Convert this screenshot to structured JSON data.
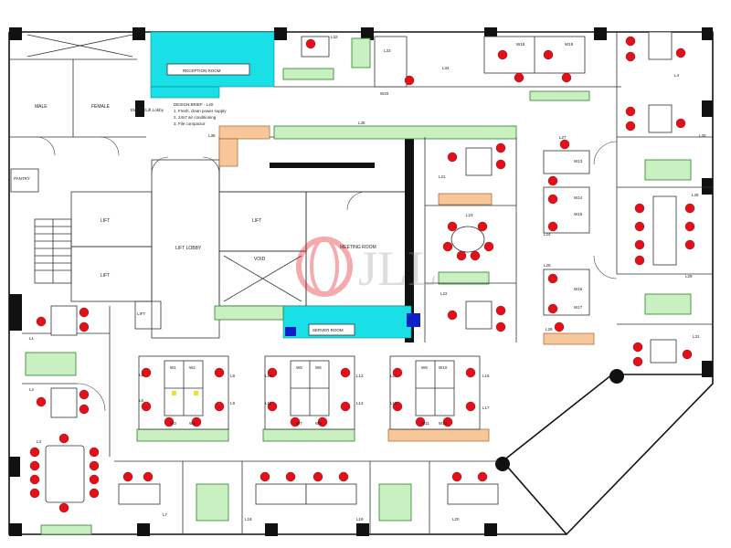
{
  "plan": {
    "top_rooms": [
      "MALE",
      "FEMALE"
    ],
    "side_rooms": [
      "Elec/LV/Lift Lobby",
      "PANTRY"
    ],
    "lifts": [
      "LIFT",
      "LIFT",
      "LIFT",
      "LIFT"
    ],
    "lift_lobby": "LIFT LOBBY",
    "void": "VOID",
    "meeting_room": "MEETING ROOM",
    "service_room": "SERVER ROOM",
    "conference": "RECEPTION ROOM",
    "fixed_seats": [
      "L1",
      "L2",
      "L3",
      "L4",
      "L5",
      "L6",
      "L7",
      "L8",
      "L9",
      "L10",
      "L11",
      "L12",
      "L13",
      "L14",
      "L15",
      "L16",
      "L17",
      "L18",
      "L19",
      "L20",
      "L21",
      "L22",
      "L23",
      "L24",
      "L25",
      "L26",
      "L27",
      "L28",
      "L29",
      "L30",
      "L31",
      "L32",
      "L33",
      "L34",
      "L35",
      "L36"
    ],
    "workstations": [
      "W1",
      "W2",
      "W3",
      "W4",
      "W5",
      "W6",
      "W7",
      "W8",
      "W9",
      "W10",
      "W11",
      "W12",
      "W13",
      "W14",
      "W15",
      "W16",
      "W17",
      "W18",
      "W19",
      "W20"
    ],
    "notes": [
      "DESIGN BRIEF - L40",
      "1. Fresh, clean power supply",
      "2. 24x7 air conditioning",
      "3. File compactor"
    ],
    "watermark": "JLL",
    "colors": {
      "chair": "#e3101a",
      "storage": "#c8f0c0",
      "filing": "#f7c79a",
      "teal": "#19e0e6",
      "blue": "#1020c8"
    }
  }
}
